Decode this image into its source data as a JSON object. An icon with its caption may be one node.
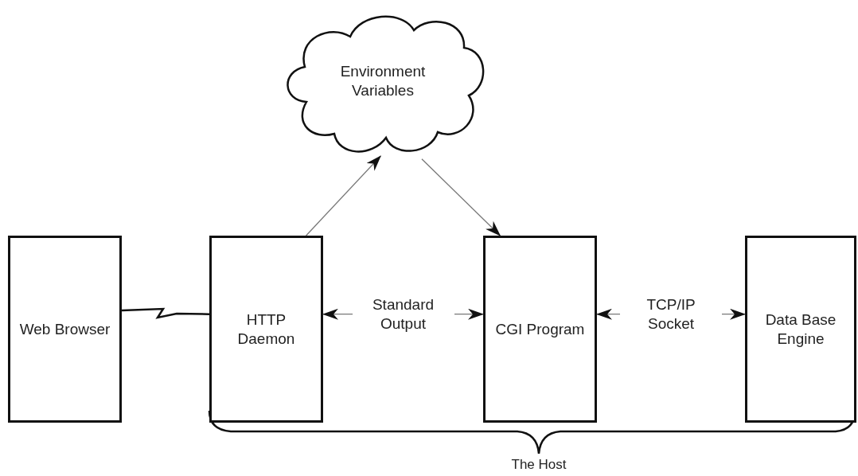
{
  "diagram": {
    "nodes": [
      {
        "text": [
          "Environment Variables"
        ]
      },
      {
        "text": [
          "Web Browser"
        ]
      },
      {
        "text": [
          "HTTP Daemon"
        ]
      },
      {
        "text": [
          "CGI Program"
        ]
      },
      {
        "text": [
          "Data Base Engine"
        ]
      }
    ],
    "edges": [
      {
        "from": 2,
        "to": 0,
        "arrow": "to"
      },
      {
        "from": 0,
        "to": 3,
        "arrow": "to"
      },
      {
        "from": 1,
        "to": 2,
        "arrow": "none",
        "color": "#111111"
      },
      {
        "from": 2,
        "to": 3,
        "arrow": "both",
        "label": "Standard Output"
      },
      {
        "from": 3,
        "to": 4,
        "arrow": "both",
        "label": "TCP/IP Socket"
      }
    ],
    "labels": [
      "The Host"
    ]
  }
}
